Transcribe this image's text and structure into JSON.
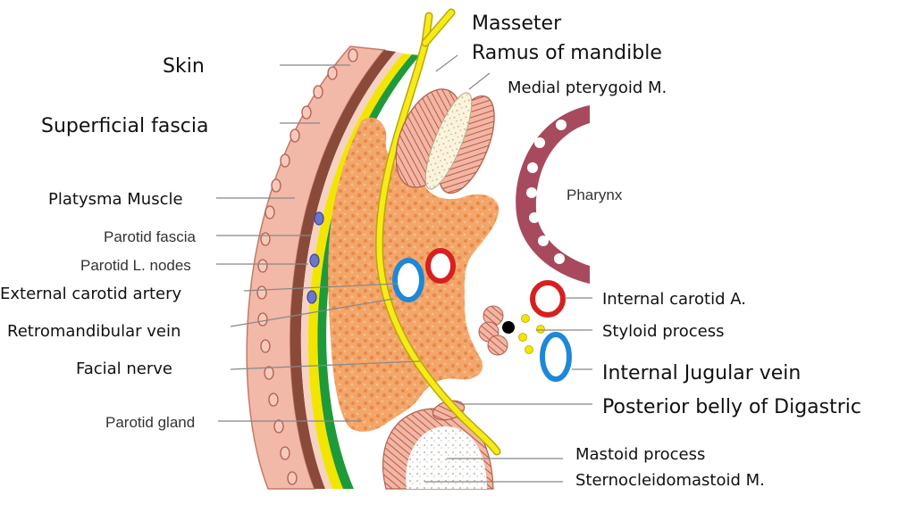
{
  "labels": {
    "skin": "Skin",
    "superficial_fascia": "Superficial fascia",
    "platysma": "Platysma Muscle",
    "parotid_fascia": "Parotid fascia",
    "parotid_nodes": "Parotid L. nodes",
    "external_carotid": "External carotid artery",
    "retromandibular": "Retromandibular vein",
    "facial_nerve": "Facial nerve",
    "parotid_gland": "Parotid gland",
    "masseter": "Masseter",
    "ramus": "Ramus of mandible",
    "medial_pterygoid": "Medial pterygoid M.",
    "pharynx": "Pharynx",
    "internal_carotid": "Internal carotid A.",
    "styloid": "Styloid process",
    "internal_jugular": "Internal Jugular vein",
    "digastric": "Posterior belly of Digastric",
    "mastoid": "Mastoid process",
    "scm": "Sternocleidomastoid M."
  },
  "colors": {
    "skin": "#f2b8a8",
    "brown_layer": "#8a4a3a",
    "yellow_nerve": "#f2e600",
    "green_fascia": "#1e9a3a",
    "parotid": "#f3a66a",
    "artery_red": "#d62020",
    "vein_blue": "#1e88d6",
    "muscle": "#e29a86",
    "pharynx": "#a84a5e",
    "node_blue": "#5566bb"
  }
}
